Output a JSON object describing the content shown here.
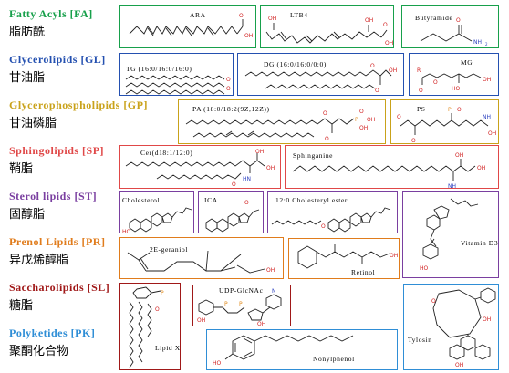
{
  "categories": [
    {
      "en": "Fatty Acyls [FA]",
      "cn": "脂肪酰",
      "color": "#17a04b"
    },
    {
      "en": "Glycerolipids [GL]",
      "cn": "甘油脂",
      "color": "#2450b0"
    },
    {
      "en": "Glycerophospholipids [GP]",
      "cn": "甘油磷脂",
      "color": "#c9a21a"
    },
    {
      "en": "Sphingolipids [SP]",
      "cn": "鞘脂",
      "color": "#e04848"
    },
    {
      "en": "Sterol lipids [ST]",
      "cn": "固醇脂",
      "color": "#7a3fa0"
    },
    {
      "en": "Prenol Lipids [PR]",
      "cn": "异戊烯醇脂",
      "color": "#e07c1c"
    },
    {
      "en": "Saccharolipids [SL]",
      "cn": "糖脂",
      "color": "#a01818"
    },
    {
      "en": "Polyketides [PK]",
      "cn": "聚酮化合物",
      "color": "#2f8ed6"
    }
  ],
  "molecules": {
    "ara": "ARA",
    "ltb4": "LTB4",
    "butyramide": "Butyramide",
    "tg": "TG (16:0/16:0/16:0)",
    "dg": "DG (16:0/16:0/0:0)",
    "mg": "MG",
    "pa": "PA (18:0/18:2(9Z,12Z))",
    "ps": "PS",
    "cer": "Cer(d18:1/12:0)",
    "sphinganine": "Sphinganine",
    "cholesterol": "Cholesterol",
    "ica": "ICA",
    "cholesteryl_ester": "12:0 Cholesteryl ester",
    "vitamin_d3": "Vitamin D3",
    "geraniol": "2E-geraniol",
    "retinol": "Retinol",
    "lipid_x": "Lipid X",
    "udp": "UDP-GlcNAc",
    "tylosin": "Tylosin",
    "nonylphenol": "Nonylphenol"
  },
  "colors": {
    "fa": "#17a04b",
    "gl": "#2450b0",
    "gp": "#c9a21a",
    "sp": "#e04848",
    "st": "#7a3fa0",
    "pr": "#e07c1c",
    "sl": "#a01818",
    "pk": "#2f8ed6"
  }
}
